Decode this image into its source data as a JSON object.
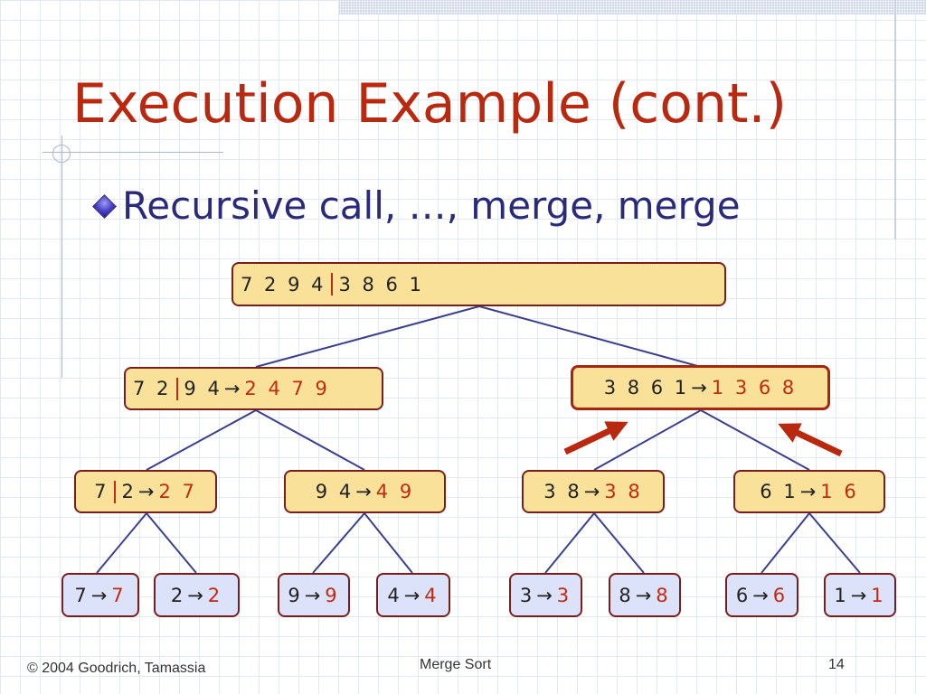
{
  "title": "Execution Example (cont.)",
  "bullet": "Recursive call, …, merge, merge",
  "arrow": "→",
  "tree": {
    "root": {
      "left": "7  2  9  4",
      "right": "3  8  6  1"
    },
    "level1": [
      {
        "left": "7  2",
        "right": "9  4",
        "result": "2  4  7  9"
      },
      {
        "input": "3  8  6  1",
        "result": "1  3  6  8"
      }
    ],
    "level2": [
      {
        "left": "7",
        "right": "2",
        "result": "2  7"
      },
      {
        "input": "9  4",
        "result": "4  9"
      },
      {
        "input": "3  8",
        "result": "3  8"
      },
      {
        "input": "6  1",
        "result": "1  6"
      }
    ],
    "leaves": [
      {
        "input": "7",
        "result": "7"
      },
      {
        "input": "2",
        "result": "2"
      },
      {
        "input": "9",
        "result": "9"
      },
      {
        "input": "4",
        "result": "4"
      },
      {
        "input": "3",
        "result": "3"
      },
      {
        "input": "8",
        "result": "8"
      },
      {
        "input": "6",
        "result": "6"
      },
      {
        "input": "1",
        "result": "1"
      }
    ]
  },
  "footer": {
    "copyright": "© 2004 Goodrich, Tamassia",
    "center": "Merge Sort",
    "page": "14"
  },
  "colors": {
    "title": "#b8290f",
    "highlight": "#c02a10",
    "node_yellow": "#fae19a",
    "node_blue": "#dde2fb",
    "edge": "#3a3f8f",
    "border": "#7a1e1c"
  }
}
